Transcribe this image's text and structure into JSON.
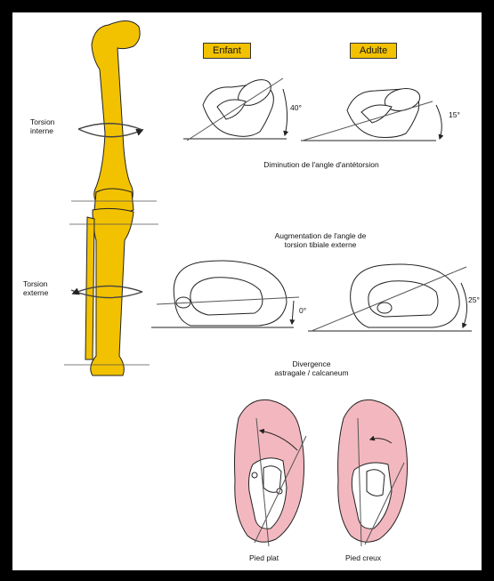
{
  "labels": {
    "torsion_interne": [
      "Torsion",
      "interne"
    ],
    "torsion_externe": [
      "Torsion",
      "externe"
    ],
    "enfant": "Enfant",
    "adulte": "Adulte",
    "angle_40": "40°",
    "angle_15": "15°",
    "diminution": "Diminution de l'angle d'antétorsion",
    "augmentation": [
      "Augmentation de l'angle de",
      "torsion tibiale externe"
    ],
    "angle_0": "0°",
    "angle_25": "25°",
    "divergence": [
      "Divergence",
      "astragale / calcaneum"
    ],
    "pied_plat": "Pied plat",
    "pied_creux": "Pied creux"
  },
  "colors": {
    "bone": "#f2c200",
    "foot": "#f3b8bf",
    "outline": "#222222",
    "frame": "#000000"
  }
}
